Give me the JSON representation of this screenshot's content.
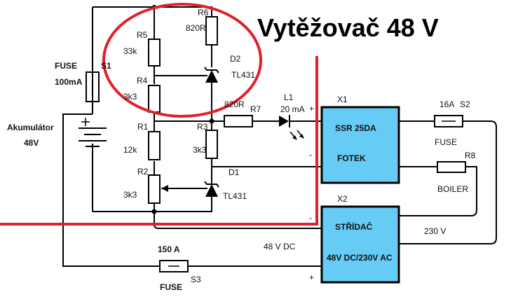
{
  "title": "Vytěžovač 48 V",
  "battery": {
    "name": "Akumulátor",
    "voltage": "48V"
  },
  "fuse_s1": {
    "label": "FUSE",
    "rating": "100mA",
    "ref": "S1"
  },
  "r5": {
    "ref": "R5",
    "value": "33k"
  },
  "r4": {
    "ref": "R4",
    "value": "3k3"
  },
  "r6": {
    "ref": "R6",
    "value": "820R"
  },
  "d2": {
    "ref": "D2",
    "part": "TL431"
  },
  "r1": {
    "ref": "R1",
    "value": "12k"
  },
  "r2": {
    "ref": "R2",
    "value": "3k3"
  },
  "r3": {
    "ref": "R3",
    "value": "3k3"
  },
  "d1": {
    "ref": "D1",
    "part": "TL431"
  },
  "r7": {
    "ref": "R7",
    "value": "820R"
  },
  "l1": {
    "ref": "L1",
    "current": "20 mA"
  },
  "x1": {
    "ref": "X1",
    "line1": "SSR 25DA",
    "line2": "FOTEK"
  },
  "x2": {
    "ref": "X2",
    "line1": "STŘÍDAČ",
    "line2": "48V DC/230V AC"
  },
  "fuse_s2": {
    "rating": "16A",
    "ref": "S2",
    "label": "FUSE"
  },
  "r8": {
    "ref": "R8",
    "value": "BOILER"
  },
  "fuse_s3": {
    "rating": "150 A",
    "ref": "S3",
    "label": "FUSE"
  },
  "bus_labels": {
    "dc": "48 V DC",
    "ac": "230 V"
  },
  "polarity": {
    "plus": "+",
    "minus": "-"
  },
  "colors": {
    "block_fill": "#66ccf5",
    "annotation_red": "#e0202a"
  }
}
